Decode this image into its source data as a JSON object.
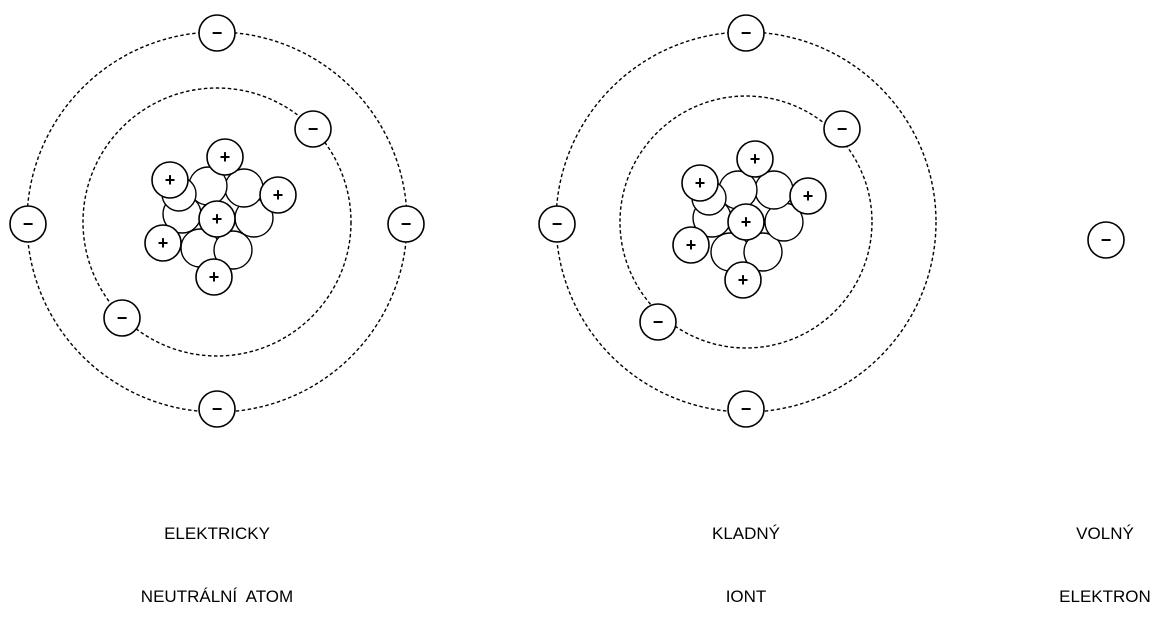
{
  "symbols": {
    "proton": "+",
    "electron": "−"
  },
  "captions": [
    {
      "line1": "ELEKTRICKY",
      "line2": "NEUTRÁLNÍ  ATOM"
    },
    {
      "line1": "KLADNÝ",
      "line2": "IONT"
    },
    {
      "line1": "VOLNÝ",
      "line2": "ELEKTRON"
    }
  ],
  "colors": {
    "stroke": "#000000",
    "background": "#ffffff"
  }
}
